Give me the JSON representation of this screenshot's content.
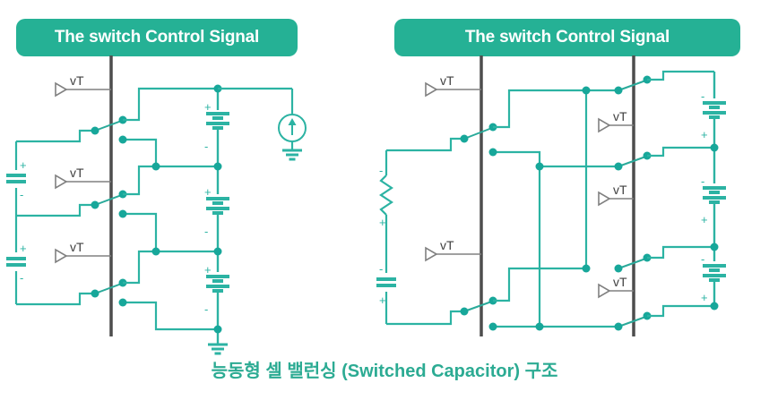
{
  "figure": {
    "caption": "능동형 셀 밸런싱 (Switched Capacitor) 구조",
    "background_color": "#ffffff",
    "accent_color": "#25b195",
    "wire_color": "#2cb3a3",
    "bus_color": "#4d4d4d",
    "caption_color": "#2cab93"
  },
  "headers": {
    "left": {
      "label": "The switch Control Signal"
    },
    "right": {
      "label": "The switch Control Signal"
    }
  },
  "left_diagram": {
    "name": "switched-capacitor-stage-1",
    "control_bus_label": "control-bus",
    "gate_drivers": [
      {
        "label": "vT"
      },
      {
        "label": "vT"
      },
      {
        "label": "vT"
      }
    ],
    "source_cells": [
      {
        "plus": "+",
        "minus": "-"
      },
      {
        "plus": "+",
        "minus": "-"
      }
    ],
    "battery_stack": [
      {
        "plus": "+",
        "minus": "-"
      },
      {
        "plus": "+",
        "minus": "-"
      },
      {
        "plus": "+",
        "minus": "-"
      }
    ],
    "current_source": {
      "symbol": "↑"
    },
    "grounds": 2,
    "switch_count": 3
  },
  "right_diagram": {
    "name": "switched-capacitor-stage-2",
    "control_bus_left_label": "control-bus-left",
    "control_bus_right_label": "control-bus-right",
    "gate_drivers_left": [
      {
        "label": "vT"
      },
      {
        "label": "vT"
      }
    ],
    "gate_drivers_right": [
      {
        "label": "vT"
      },
      {
        "label": "vT"
      },
      {
        "label": "vT"
      }
    ],
    "resistor": {
      "minus": "-",
      "plus": "+"
    },
    "capacitor": {
      "minus": "-",
      "plus": "+"
    },
    "battery_stack": [
      {
        "minus": "-",
        "plus": "+"
      },
      {
        "minus": "-",
        "plus": "+"
      },
      {
        "minus": "-",
        "plus": "+"
      }
    ],
    "left_switch_count": 2,
    "right_switch_count": 4
  }
}
